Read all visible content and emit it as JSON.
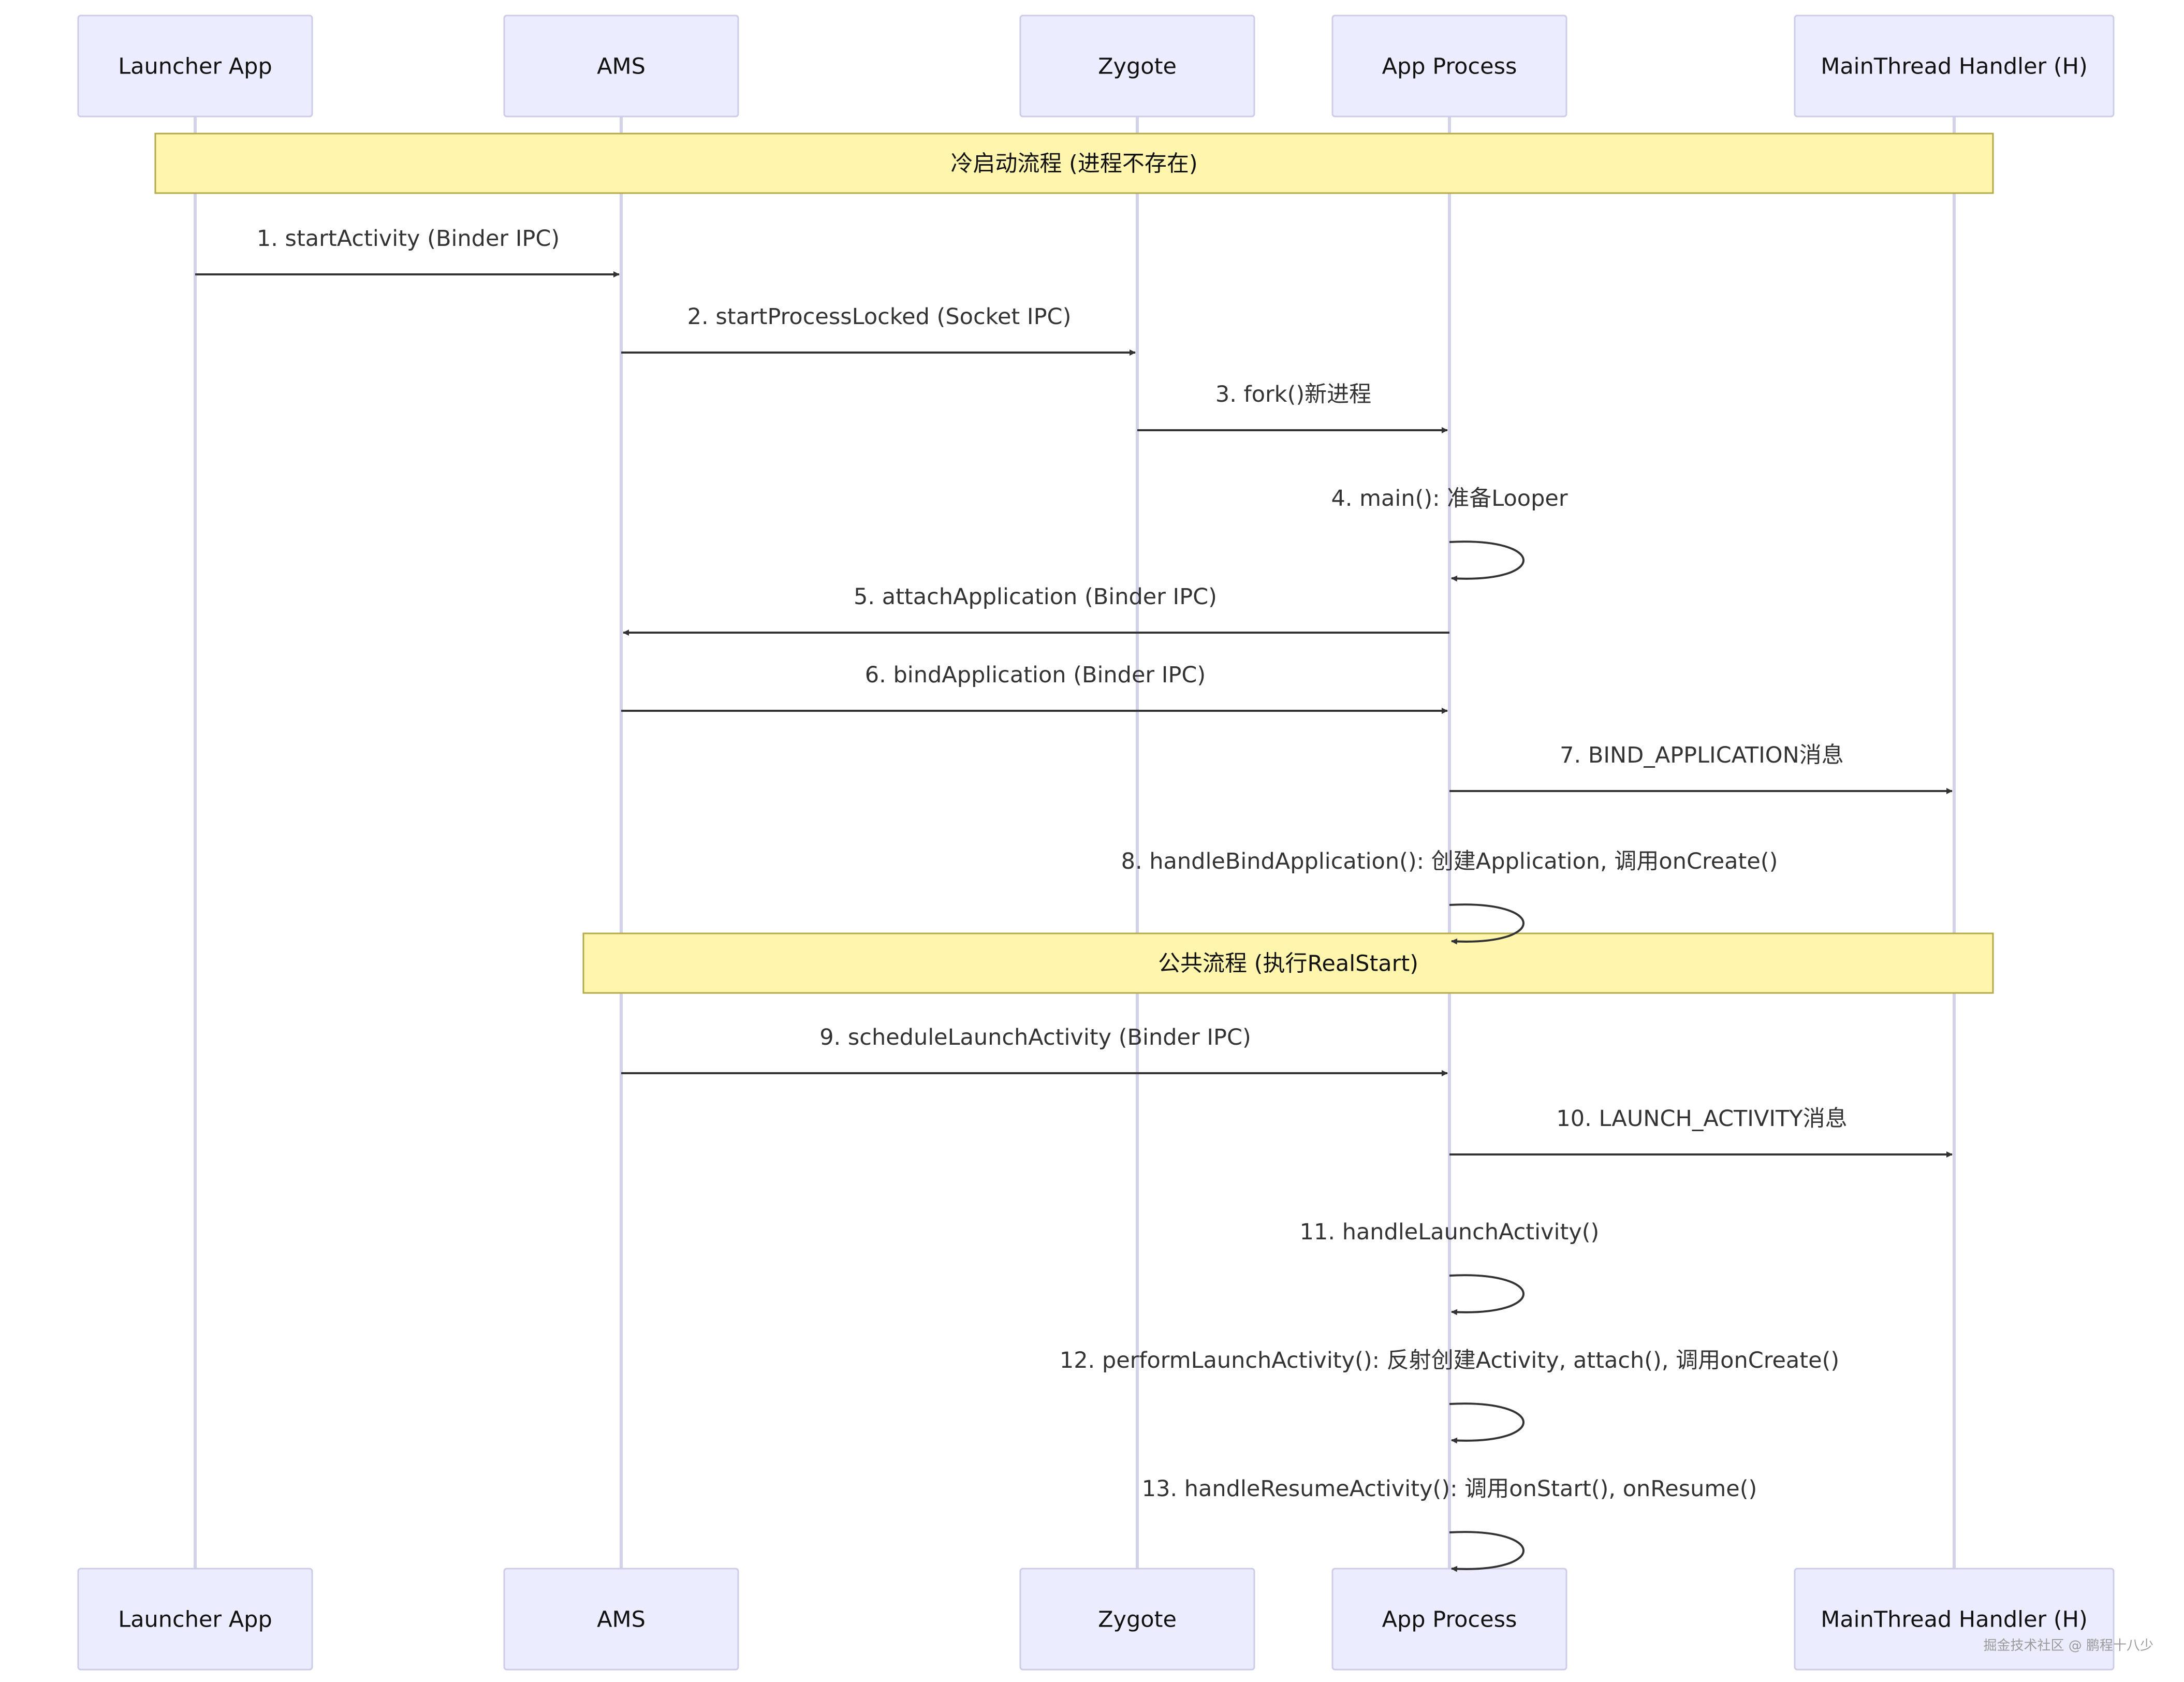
{
  "participants": [
    {
      "id": "launcher",
      "label": "Launcher App"
    },
    {
      "id": "ams",
      "label": "AMS"
    },
    {
      "id": "zygote",
      "label": "Zygote"
    },
    {
      "id": "app",
      "label": "App Process"
    },
    {
      "id": "handler",
      "label": "MainThread Handler (H)"
    }
  ],
  "notes": [
    {
      "id": "cold-start",
      "text": "冷启动流程 (进程不存在)",
      "from": "launcher",
      "to": "handler"
    },
    {
      "id": "common",
      "text": "公共流程 (执行RealStart)",
      "from": "ams",
      "to": "handler"
    }
  ],
  "messages": [
    {
      "label": "1. startActivity (Binder IPC)",
      "from": "launcher",
      "to": "ams"
    },
    {
      "label": "2. startProcessLocked (Socket IPC)",
      "from": "ams",
      "to": "zygote"
    },
    {
      "label": "3. fork()新进程",
      "from": "zygote",
      "to": "app"
    },
    {
      "label": "4. main(): 准备Looper",
      "from": "app",
      "to": "app"
    },
    {
      "label": "5. attachApplication (Binder IPC)",
      "from": "app",
      "to": "ams"
    },
    {
      "label": "6. bindApplication (Binder IPC)",
      "from": "ams",
      "to": "app"
    },
    {
      "label": "7. BIND_APPLICATION消息",
      "from": "app",
      "to": "handler"
    },
    {
      "label": "8. handleBindApplication(): 创建Application, 调用onCreate()",
      "from": "app",
      "to": "app"
    },
    {
      "label": "9. scheduleLaunchActivity (Binder IPC)",
      "from": "ams",
      "to": "app"
    },
    {
      "label": "10. LAUNCH_ACTIVITY消息",
      "from": "app",
      "to": "handler"
    },
    {
      "label": "11. handleLaunchActivity()",
      "from": "app",
      "to": "app"
    },
    {
      "label": "12. performLaunchActivity(): 反射创建Activity, attach(), 调用onCreate()",
      "from": "app",
      "to": "app"
    },
    {
      "label": "13. handleResumeActivity(): 调用onStart(), onResume()",
      "from": "app",
      "to": "app"
    }
  ],
  "watermark": "掘金技术社区 @ 鹏程十八少",
  "colors": {
    "actor_fill": "#ececff",
    "actor_stroke": "#cccce6",
    "lifeline": "#d2d2e8",
    "note_fill": "#fff5ad",
    "note_stroke": "#b3a84a",
    "arrow": "#333333"
  }
}
